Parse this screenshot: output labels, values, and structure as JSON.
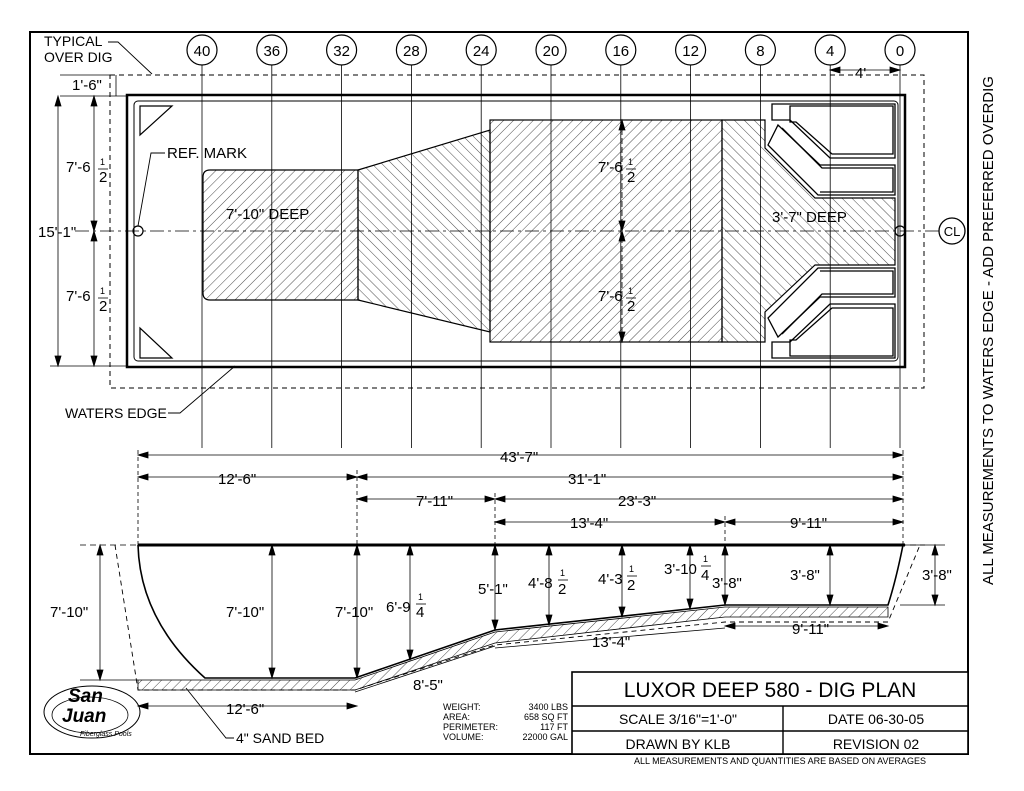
{
  "labels": {
    "typical_over_dig": [
      "TYPICAL",
      "OVER DIG"
    ],
    "ref_mark": "REF. MARK",
    "waters_edge": "WATERS EDGE",
    "sand_bed": "4\" SAND BED",
    "deep_end": "7'-10\" DEEP",
    "shallow_end": "3'-7\" DEEP",
    "centerline": "CL",
    "side_note": "ALL MEASUREMENTS TO WATERS EDGE - ADD PREFERRED OVERDIG"
  },
  "grid": [
    "40",
    "36",
    "32",
    "28",
    "24",
    "20",
    "16",
    "12",
    "8",
    "4",
    "0"
  ],
  "plan_dims": {
    "overdig": "1'-6\"",
    "width": "15'-1\"",
    "half_left_upper": "7'-6",
    "half_left_lower": "7'-6",
    "half_mid_upper": "7'-6",
    "half_mid_lower": "7'-6",
    "four_ft": "4'",
    "frac_num": "1",
    "frac_den": "2"
  },
  "profile_dims": {
    "overall": "43'-7\"",
    "deep_len": "12'-6\"",
    "from_slope": "31'-1\"",
    "slope_len": "7'-11\"",
    "from_shallow_break": "23'-3\"",
    "transition": "13'-4\"",
    "shallow_len": "9'-11\"",
    "depth_left": "7'-10\"",
    "depth_a": "7'-10\"",
    "depth_b": "7'-10\"",
    "depth_c": "6'-9",
    "depth_c_num": "1",
    "depth_c_den": "4",
    "depth_d": "5'-1\"",
    "depth_e": "4'-8",
    "depth_e_num": "1",
    "depth_e_den": "2",
    "depth_f": "4'-3",
    "depth_f_num": "1",
    "depth_f_den": "2",
    "depth_g": "3'-10",
    "depth_g_num": "1",
    "depth_g_den": "4",
    "depth_h": "3'-8\"",
    "depth_i": "3'-8\"",
    "depth_right": "3'-8\"",
    "slope_bottom": "8'-5\"",
    "transition_bottom": "13'-4\"",
    "shallow_bottom": "9'-11\"",
    "deep_bottom": "12'-6\""
  },
  "stats": {
    "labels": [
      "WEIGHT:",
      "AREA:",
      "PERIMETER:",
      "VOLUME:"
    ],
    "values": [
      "3400 LBS",
      "658 SQ FT",
      "117 FT",
      "22000 GAL"
    ]
  },
  "title_block": {
    "title": "LUXOR DEEP 580 - DIG PLAN",
    "scale": "SCALE 3/16\"=1'-0\"",
    "date": "DATE 06-30-05",
    "drawn_by": "DRAWN BY KLB",
    "revision": "REVISION 02",
    "footnote": "ALL MEASUREMENTS AND QUANTITIES ARE BASED ON AVERAGES"
  },
  "logo": {
    "line1": "San",
    "line2": "Juan",
    "tagline": "Fiberglass Pools"
  }
}
